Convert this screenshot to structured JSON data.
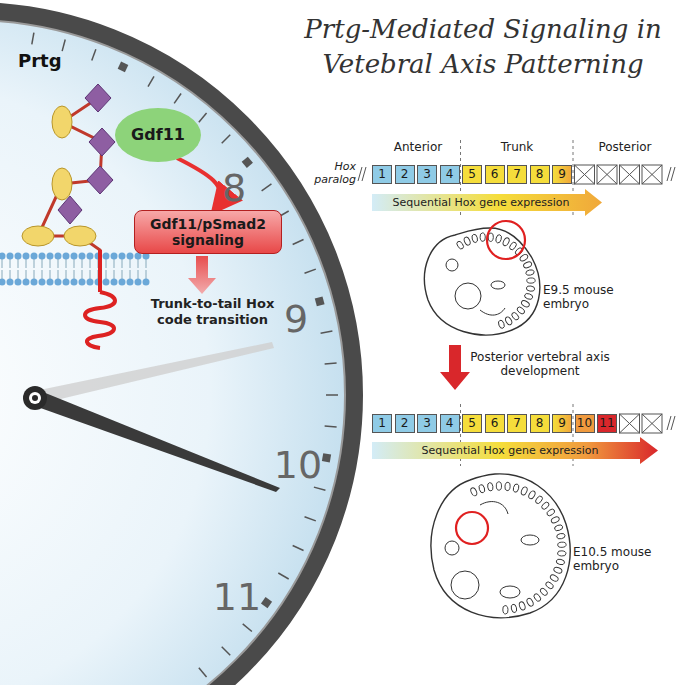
{
  "diagram": {
    "title": "Prtg-Mediated Signaling in Vetebral Axis Patterning",
    "nodes": [
      {
        "text": [
          "Gdf11"
        ]
      },
      {
        "text": [
          "Gdf11/pSmad2 signaling"
        ]
      },
      {
        "text": [
          "1"
        ]
      },
      {
        "text": [
          "2"
        ]
      },
      {
        "text": [
          "3"
        ]
      },
      {
        "text": [
          "4"
        ]
      },
      {
        "text": [
          "5"
        ]
      },
      {
        "text": [
          "6"
        ]
      },
      {
        "text": [
          "7"
        ]
      },
      {
        "text": [
          "8"
        ]
      },
      {
        "text": [
          "9"
        ]
      },
      {
        "text": [
          "1"
        ]
      },
      {
        "text": [
          "2"
        ]
      },
      {
        "text": [
          "3"
        ]
      },
      {
        "text": [
          "4"
        ]
      },
      {
        "text": [
          "5"
        ]
      },
      {
        "text": [
          "6"
        ]
      },
      {
        "text": [
          "7"
        ]
      },
      {
        "text": [
          "8"
        ]
      },
      {
        "text": [
          "9"
        ]
      },
      {
        "text": [
          "10"
        ]
      },
      {
        "text": [
          "11"
        ]
      }
    ],
    "edges": [
      {
        "from": 0,
        "to": 1,
        "arrow": "to"
      }
    ],
    "labels": [
      "Prtg",
      "8",
      "9",
      "10",
      "11",
      "Trunk-to-tail Hox code transition",
      "Anterior",
      "Trunk",
      "Posterior",
      "Hox paralog",
      "Sequential Hox gene expression",
      "E9.5 mouse embryo",
      "Posterior vertebral axis development",
      "Sequential Hox gene expression",
      "E10.5 mouse embryo"
    ]
  }
}
